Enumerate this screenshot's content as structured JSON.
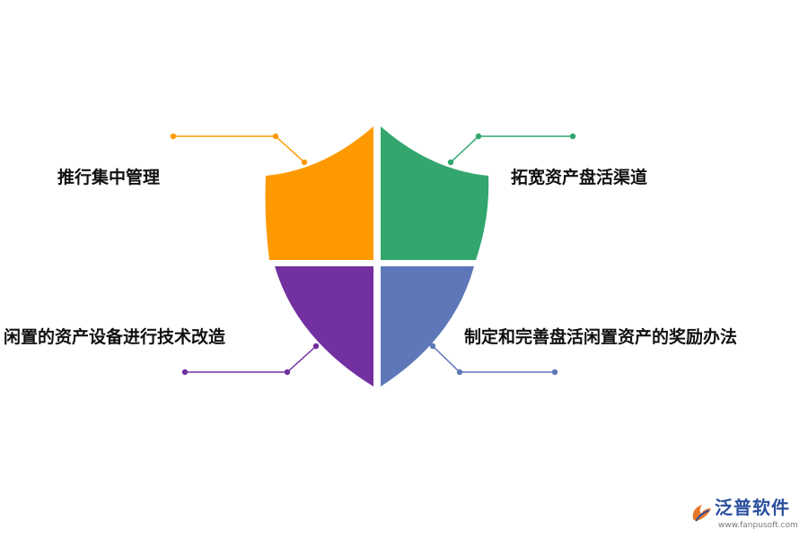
{
  "diagram": {
    "segments": [
      {
        "id": "top-left",
        "label": "推行集中管理",
        "color": "#FF9900"
      },
      {
        "id": "top-right",
        "label": "拓宽资产盘活渠道",
        "color": "#33A66E"
      },
      {
        "id": "bottom-left",
        "label": "闲置的资产设备进行技术改造",
        "color": "#7330A0"
      },
      {
        "id": "bottom-right",
        "label": "制定和完善盘活闲置资产的奖励办法",
        "color": "#5E77B8"
      }
    ]
  },
  "logo": {
    "name": "泛普软件",
    "url": "www.fanpusoft.com"
  }
}
